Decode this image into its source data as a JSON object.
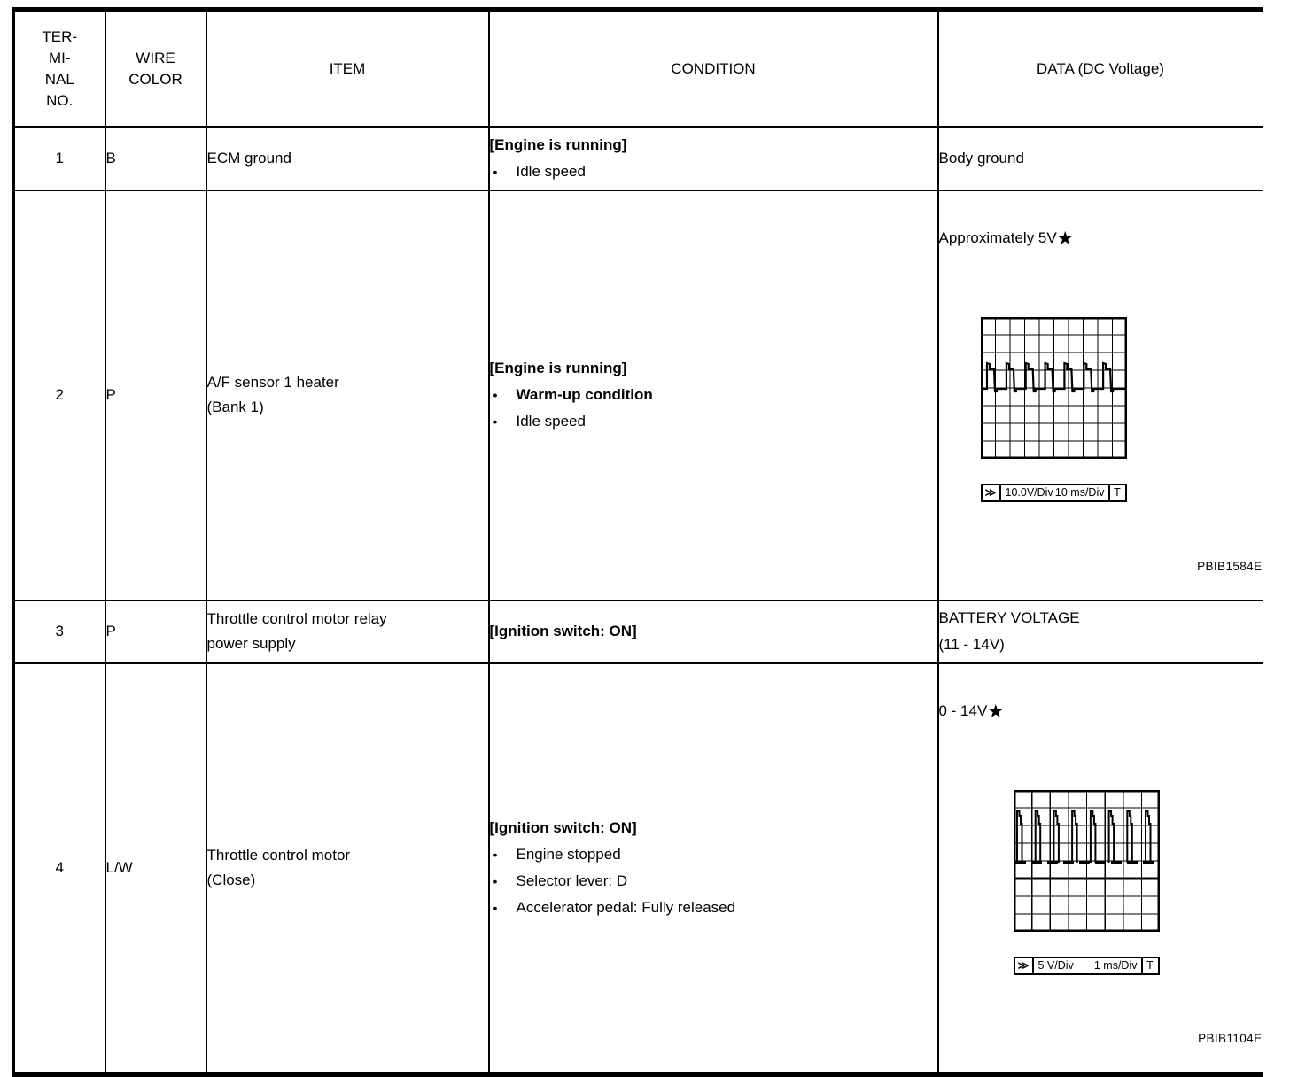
{
  "table": {
    "headers": {
      "terminal": "TER-\nMI-\nNAL\nNO.",
      "wire_color": "WIRE\nCOLOR",
      "item": "ITEM",
      "condition": "CONDITION",
      "data": "DATA (DC Voltage)"
    },
    "rows": [
      {
        "terminal": "1",
        "wire_color": "B",
        "item": "ECM ground",
        "condition_title": "[Engine is running]",
        "condition_bullets": [
          {
            "text": "Idle speed",
            "bold": false
          }
        ],
        "data_text": "Body ground"
      },
      {
        "terminal": "2",
        "wire_color": "P",
        "item": "A/F sensor 1 heater\n(Bank 1)",
        "condition_title": "[Engine is running]",
        "condition_bullets": [
          {
            "text": "Warm-up condition",
            "bold": true
          },
          {
            "text": "Idle speed",
            "bold": false
          }
        ],
        "data_text": "Approximately 5V",
        "data_star": "★",
        "caption": "PBIB1584E",
        "scope": {
          "zoom_marker": "≫",
          "volts_per_div": "10.0V/Div",
          "time_per_div": "10 ms/Div",
          "trigger_marker": "T",
          "grid_cols": 10,
          "grid_rows": 8,
          "baseline_div": 4.05,
          "pulse_height_div": 1.45,
          "pulse_count": 7,
          "wave_style": "step"
        }
      },
      {
        "terminal": "3",
        "wire_color": "P",
        "item": "Throttle control motor relay\npower supply",
        "condition_title": "[Ignition switch: ON]",
        "condition_bullets": [],
        "data_text": "BATTERY VOLTAGE\n(11 - 14V)"
      },
      {
        "terminal": "4",
        "wire_color": "L/W",
        "item": "Throttle control motor\n(Close)",
        "condition_title": "[Ignition switch: ON]",
        "condition_bullets": [
          {
            "text": "Engine stopped",
            "bold": false
          },
          {
            "text": "Selector lever: D",
            "bold": false
          },
          {
            "text": "Accelerator pedal: Fully released",
            "bold": false
          }
        ],
        "data_text": "0 - 14V",
        "data_star": "★",
        "caption": "PBIB1104E",
        "scope": {
          "zoom_marker": "≫",
          "volts_per_div": "5 V/Div",
          "time_per_div": "1 ms/Div",
          "trigger_marker": "T",
          "grid_cols": 8,
          "grid_rows": 8,
          "baseline_div": 4.1,
          "pulse_height_div": 2.9,
          "pulse_count": 8,
          "wave_style": "spike",
          "thick_gridline_row": 5
        }
      }
    ]
  }
}
